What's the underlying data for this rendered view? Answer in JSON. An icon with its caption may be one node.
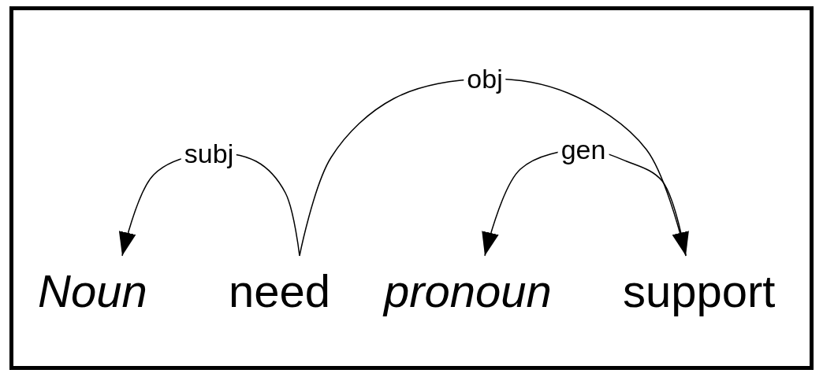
{
  "diagram": {
    "nodes": [
      {
        "text": [
          "Noun"
        ]
      },
      {
        "text": [
          "need"
        ]
      },
      {
        "text": [
          "pronoun"
        ]
      },
      {
        "text": [
          "support"
        ]
      }
    ],
    "edges": [
      {
        "from": 1,
        "to": 0,
        "arrow": "to",
        "label": "subj"
      },
      {
        "from": 1,
        "to": 3,
        "arrow": "to",
        "label": "obj"
      },
      {
        "from": 3,
        "to": 2,
        "arrow": "to",
        "label": "gen"
      }
    ]
  }
}
